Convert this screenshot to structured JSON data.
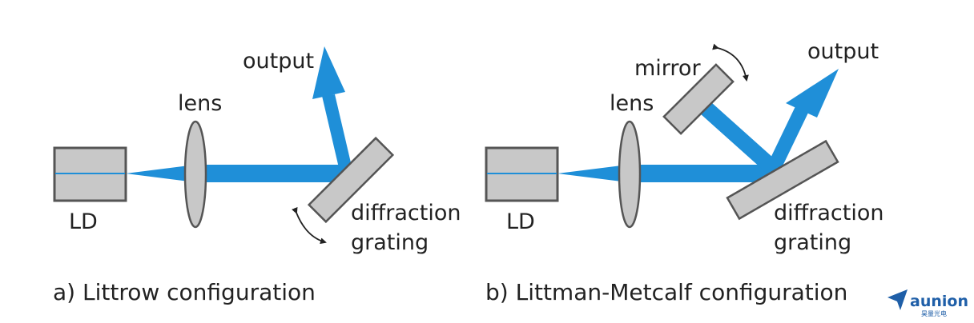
{
  "colors": {
    "beam": "#1f8fd8",
    "component_fill": "#c8c8c8",
    "component_stroke": "#555555",
    "text": "#222222",
    "logo": "#1f5fa8"
  },
  "panel_a": {
    "output_label": "output",
    "lens_label": "lens",
    "ld_label": "LD",
    "grating_label_line1": "diffraction",
    "grating_label_line2": "grating",
    "caption": "a) Littrow configuration"
  },
  "panel_b": {
    "output_label": "output",
    "mirror_label": "mirror",
    "lens_label": "lens",
    "ld_label": "LD",
    "grating_label_line1": "diffraction",
    "grating_label_line2": "grating",
    "caption": "b) Littman-Metcalf configuration"
  },
  "logo": {
    "name": "aunion",
    "subtitle": "昊量光电",
    "icon": "paper-plane-icon"
  }
}
